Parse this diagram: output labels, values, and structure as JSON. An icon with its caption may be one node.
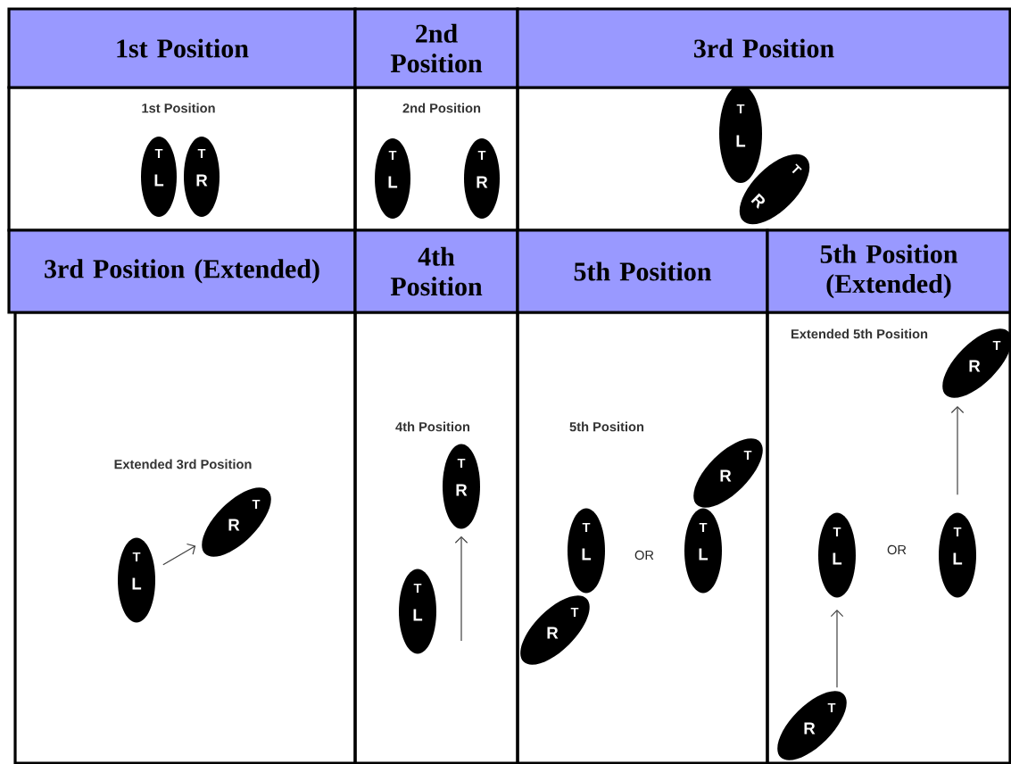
{
  "diagram": {
    "nodes": [
      {
        "text": [
          "T",
          "L"
        ]
      },
      {
        "text": [
          "T",
          "R"
        ]
      },
      {
        "text": [
          "T",
          "L"
        ]
      },
      {
        "text": [
          "T",
          "R"
        ]
      },
      {
        "text": [
          "T",
          "L"
        ]
      },
      {
        "text": [
          "T",
          "R"
        ]
      },
      {
        "text": [
          "T",
          "L"
        ]
      },
      {
        "text": [
          "T",
          "R"
        ]
      },
      {
        "text": [
          "T",
          "R"
        ]
      },
      {
        "text": [
          "T",
          "L"
        ]
      },
      {
        "text": [
          "T",
          "R"
        ]
      },
      {
        "text": [
          "T",
          "L"
        ]
      },
      {
        "text": [
          "T",
          "L"
        ]
      },
      {
        "text": [
          "T",
          "R"
        ]
      },
      {
        "text": [
          "T",
          "R"
        ]
      },
      {
        "text": [
          "T",
          "L"
        ]
      },
      {
        "text": [
          "T",
          "L"
        ]
      },
      {
        "text": [
          "T",
          "R"
        ]
      }
    ],
    "edges": [
      {
        "from": 6,
        "to": 7,
        "arrow": "to"
      },
      {
        "from": null,
        "to": 8,
        "arrow": "to"
      },
      {
        "from": 17,
        "to": 15,
        "arrow": "to"
      },
      {
        "from": 16,
        "to": 14,
        "arrow": "to"
      }
    ],
    "labels": [
      "1st Position",
      "2nd Position",
      "3rd Position",
      "1st Position",
      "2nd Position",
      "3rd Position (Extended)",
      "4th Position",
      "5th Position",
      "5th Position (Extended)",
      "Extended 3rd Position",
      "4th Position",
      "5th Position",
      "OR",
      "Extended 5th Position",
      "OR"
    ]
  }
}
